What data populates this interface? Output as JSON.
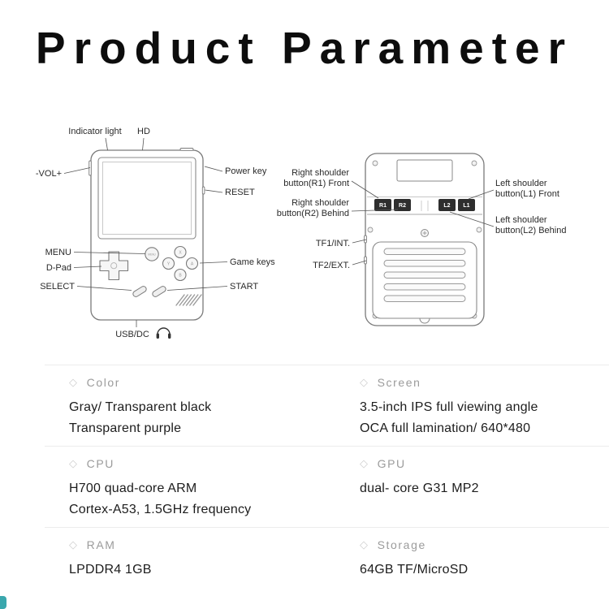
{
  "page": {
    "title": "Product Parameter"
  },
  "colors": {
    "accent": "#3aa7ad"
  },
  "icons": {
    "diamond": "◇"
  },
  "diagram": {
    "front": {
      "indicator_light": "Indicator light",
      "hd": "HD",
      "vol": "-VOL+",
      "power_key": "Power key",
      "reset": "RESET",
      "menu": "MENU",
      "dpad": "D-Pad",
      "select": "SELECT",
      "game_keys": "Game keys",
      "start": "START",
      "usb_dc": "USB/DC",
      "menu_button": "MENU",
      "game_button_top": "X",
      "game_button_right": "A",
      "game_button_bottom": "B",
      "game_button_left": "Y"
    },
    "back": {
      "r1_label_line1": "Right shoulder",
      "r1_label_line2": "button(R1) Front",
      "r2_label_line1": "Right shoulder",
      "r2_label_line2": "button(R2) Behind",
      "l1_label_line1": "Left shoulder",
      "l1_label_line2": "button(L1) Front",
      "l2_label_line1": "Left shoulder",
      "l2_label_line2": "button(L2) Behind",
      "tf1": "TF1/INT.",
      "tf2": "TF2/EXT.",
      "r1_button": "R1",
      "r2_button": "R2",
      "l2_button": "L2",
      "l1_button": "L1"
    }
  },
  "specs": [
    {
      "label": "Color",
      "lines": [
        "Gray/ Transparent black",
        "Transparent purple"
      ]
    },
    {
      "label": "Screen",
      "lines": [
        "3.5-inch IPS full viewing angle",
        "OCA full lamination/ 640*480"
      ]
    },
    {
      "label": "CPU",
      "lines": [
        "H700 quad-core ARM",
        "Cortex-A53, 1.5GHz frequency"
      ]
    },
    {
      "label": "GPU",
      "lines": [
        "dual- core G31 MP2"
      ]
    },
    {
      "label": "RAM",
      "lines": [
        "LPDDR4  1GB"
      ]
    },
    {
      "label": "Storage",
      "lines": [
        "64GB TF/MicroSD"
      ]
    }
  ]
}
